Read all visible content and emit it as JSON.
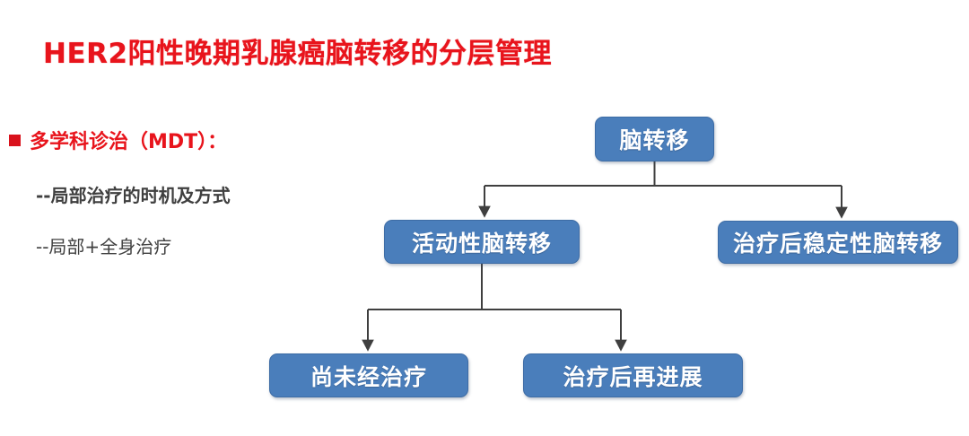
{
  "slide": {
    "title": "HER2阳性晚期乳腺癌脑转移的分层管理",
    "title_color": "#e8141c",
    "background": "#ffffff"
  },
  "bullets": {
    "main": {
      "marker": "square-bullet-icon",
      "text": "多学科诊治（MDT）：",
      "color": "#e8141c"
    },
    "sub_items": [
      {
        "text": "--局部治疗的时机及方式",
        "color": "#3f3f3f"
      },
      {
        "text": "--局部+全身治疗",
        "color": "#3f3f3f"
      }
    ]
  },
  "flowchart": {
    "node_fill": "#4a7ebb",
    "node_border": "#3d6ca5",
    "node_text_color": "#ffffff",
    "connector_color": "#3f3f3f",
    "nodes": [
      {
        "id": "brain-metastasis",
        "label": "脑转移",
        "level": 0
      },
      {
        "id": "active-metastasis",
        "label": "活动性脑转移",
        "level": 1
      },
      {
        "id": "stable-metastasis",
        "label": "治疗后稳定性脑转移",
        "level": 1
      },
      {
        "id": "untreated",
        "label": "尚未经治疗",
        "level": 2
      },
      {
        "id": "progressed",
        "label": "治疗后再进展",
        "level": 2
      }
    ],
    "edges": [
      {
        "from": "brain-metastasis",
        "to": "active-metastasis"
      },
      {
        "from": "brain-metastasis",
        "to": "stable-metastasis"
      },
      {
        "from": "active-metastasis",
        "to": "untreated"
      },
      {
        "from": "active-metastasis",
        "to": "progressed"
      }
    ]
  }
}
